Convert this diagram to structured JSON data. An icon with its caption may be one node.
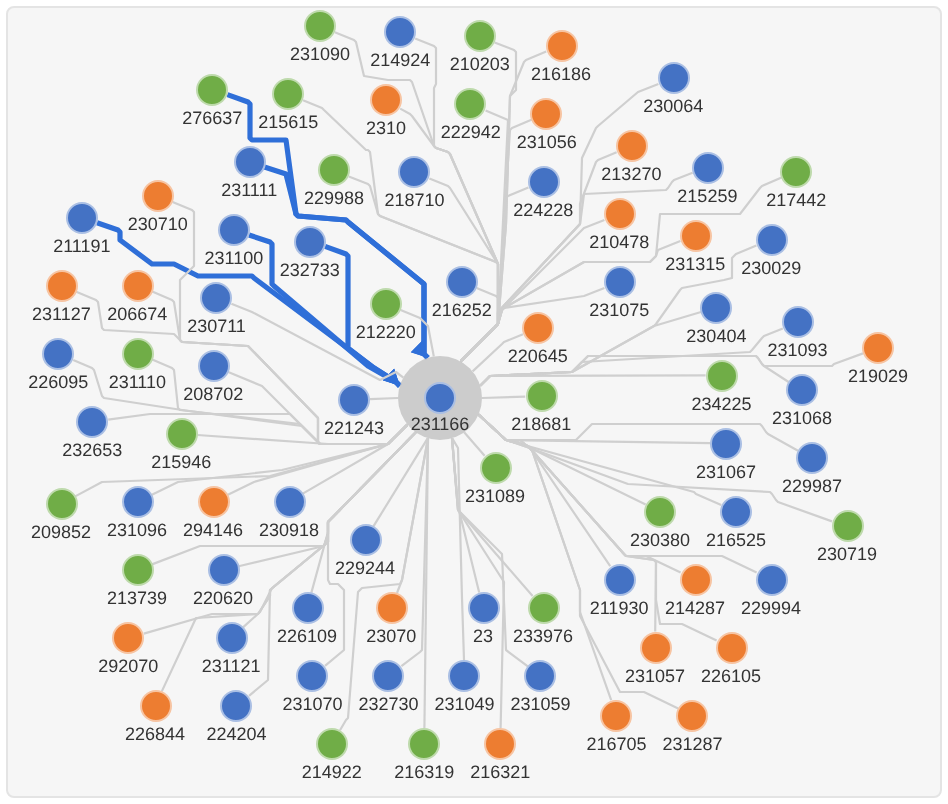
{
  "diagram": {
    "nodes": [
      {
        "text": [
          "231166"
        ]
      },
      {
        "text": [
          "231090"
        ]
      },
      {
        "text": [
          "214924"
        ]
      },
      {
        "text": [
          "210203"
        ]
      },
      {
        "text": [
          "216186"
        ]
      },
      {
        "text": [
          "2310"
        ]
      },
      {
        "text": [
          "218710"
        ]
      },
      {
        "text": [
          "222942"
        ]
      },
      {
        "text": [
          "231056"
        ]
      },
      {
        "text": [
          "224228"
        ]
      },
      {
        "text": [
          "230064"
        ]
      },
      {
        "text": [
          "213270"
        ]
      },
      {
        "text": [
          "215259"
        ]
      },
      {
        "text": [
          "210478"
        ]
      },
      {
        "text": [
          "231315"
        ]
      },
      {
        "text": [
          "217442"
        ]
      },
      {
        "text": [
          "231075"
        ]
      },
      {
        "text": [
          "230029"
        ]
      },
      {
        "text": [
          "231093"
        ]
      },
      {
        "text": [
          "230404"
        ]
      },
      {
        "text": [
          "219029"
        ]
      },
      {
        "text": [
          "216252"
        ]
      },
      {
        "text": [
          "220645"
        ]
      },
      {
        "text": [
          "212220"
        ]
      },
      {
        "text": [
          "221243"
        ]
      },
      {
        "text": [
          "218681"
        ]
      },
      {
        "text": [
          "231089"
        ]
      },
      {
        "text": [
          "234225"
        ]
      },
      {
        "text": [
          "231068"
        ]
      },
      {
        "text": [
          "231067"
        ]
      },
      {
        "text": [
          "229987"
        ]
      },
      {
        "text": [
          "216525"
        ]
      },
      {
        "text": [
          "230380"
        ]
      },
      {
        "text": [
          "230719"
        ]
      },
      {
        "text": [
          "214287"
        ]
      },
      {
        "text": [
          "229994"
        ]
      },
      {
        "text": [
          "226105"
        ]
      },
      {
        "text": [
          "231057"
        ]
      },
      {
        "text": [
          "231287"
        ]
      },
      {
        "text": [
          "211930"
        ]
      },
      {
        "text": [
          "233976"
        ]
      },
      {
        "text": [
          "23"
        ]
      },
      {
        "text": [
          "231059"
        ]
      },
      {
        "text": [
          "216705"
        ]
      },
      {
        "text": [
          "216321"
        ]
      },
      {
        "text": [
          "216319"
        ]
      },
      {
        "text": [
          "231049"
        ]
      },
      {
        "text": [
          "23070"
        ]
      },
      {
        "text": [
          "232730"
        ]
      },
      {
        "text": [
          "214922"
        ]
      },
      {
        "text": [
          "231070"
        ]
      },
      {
        "text": [
          "229244"
        ]
      },
      {
        "text": [
          "224204"
        ]
      },
      {
        "text": [
          "226109"
        ]
      },
      {
        "text": [
          "231121"
        ]
      },
      {
        "text": [
          "226844"
        ]
      },
      {
        "text": [
          "220620"
        ]
      },
      {
        "text": [
          "292070"
        ]
      },
      {
        "text": [
          "230918"
        ]
      },
      {
        "text": [
          "213739"
        ]
      },
      {
        "text": [
          "294146"
        ]
      },
      {
        "text": [
          "209852"
        ]
      },
      {
        "text": [
          "231096"
        ]
      },
      {
        "text": [
          "215946"
        ]
      },
      {
        "text": [
          "232653"
        ]
      },
      {
        "text": [
          "226095"
        ]
      },
      {
        "text": [
          "231110"
        ]
      },
      {
        "text": [
          "231127"
        ]
      },
      {
        "text": [
          "206674"
        ]
      },
      {
        "text": [
          "208702"
        ]
      },
      {
        "text": [
          "230711"
        ]
      },
      {
        "text": [
          "211191"
        ]
      },
      {
        "text": [
          "232733"
        ]
      },
      {
        "text": [
          "231100"
        ]
      },
      {
        "text": [
          "230710"
        ]
      },
      {
        "text": [
          "231111"
        ]
      },
      {
        "text": [
          "276637"
        ]
      },
      {
        "text": [
          "215615"
        ]
      },
      {
        "text": [
          "229988"
        ]
      }
    ],
    "edges": [
      {
        "from": 1,
        "to": 0,
        "arrow": "none"
      },
      {
        "from": 2,
        "to": 0,
        "arrow": "none"
      },
      {
        "from": 3,
        "to": 0,
        "arrow": "none"
      },
      {
        "from": 4,
        "to": 0,
        "arrow": "none"
      },
      {
        "from": 5,
        "to": 0,
        "arrow": "none"
      },
      {
        "from": 6,
        "to": 0,
        "arrow": "none"
      },
      {
        "from": 7,
        "to": 0,
        "arrow": "none"
      },
      {
        "from": 8,
        "to": 0,
        "arrow": "none"
      },
      {
        "from": 9,
        "to": 0,
        "arrow": "none"
      },
      {
        "from": 10,
        "to": 0,
        "arrow": "none"
      },
      {
        "from": 11,
        "to": 0,
        "arrow": "none"
      },
      {
        "from": 12,
        "to": 0,
        "arrow": "none"
      },
      {
        "from": 13,
        "to": 0,
        "arrow": "none"
      },
      {
        "from": 14,
        "to": 0,
        "arrow": "none"
      },
      {
        "from": 15,
        "to": 0,
        "arrow": "none"
      },
      {
        "from": 16,
        "to": 0,
        "arrow": "none"
      },
      {
        "from": 17,
        "to": 0,
        "arrow": "none"
      },
      {
        "from": 18,
        "to": 0,
        "arrow": "none"
      },
      {
        "from": 19,
        "to": 0,
        "arrow": "none"
      },
      {
        "from": 20,
        "to": 0,
        "arrow": "none"
      },
      {
        "from": 21,
        "to": 0,
        "arrow": "none"
      },
      {
        "from": 22,
        "to": 0,
        "arrow": "none"
      },
      {
        "from": 23,
        "to": 0,
        "arrow": "none"
      },
      {
        "from": 24,
        "to": 0,
        "arrow": "none"
      },
      {
        "from": 25,
        "to": 0,
        "arrow": "none"
      },
      {
        "from": 26,
        "to": 0,
        "arrow": "none"
      },
      {
        "from": 27,
        "to": 0,
        "arrow": "none"
      },
      {
        "from": 28,
        "to": 0,
        "arrow": "none"
      },
      {
        "from": 29,
        "to": 0,
        "arrow": "none"
      },
      {
        "from": 30,
        "to": 0,
        "arrow": "none"
      },
      {
        "from": 31,
        "to": 0,
        "arrow": "none"
      },
      {
        "from": 32,
        "to": 0,
        "arrow": "none"
      },
      {
        "from": 33,
        "to": 0,
        "arrow": "none"
      },
      {
        "from": 34,
        "to": 0,
        "arrow": "none"
      },
      {
        "from": 35,
        "to": 0,
        "arrow": "none"
      },
      {
        "from": 36,
        "to": 0,
        "arrow": "none"
      },
      {
        "from": 37,
        "to": 0,
        "arrow": "none"
      },
      {
        "from": 38,
        "to": 0,
        "arrow": "none"
      },
      {
        "from": 39,
        "to": 0,
        "arrow": "none"
      },
      {
        "from": 40,
        "to": 0,
        "arrow": "none"
      },
      {
        "from": 41,
        "to": 0,
        "arrow": "none"
      },
      {
        "from": 42,
        "to": 0,
        "arrow": "none"
      },
      {
        "from": 43,
        "to": 0,
        "arrow": "none"
      },
      {
        "from": 44,
        "to": 0,
        "arrow": "none"
      },
      {
        "from": 45,
        "to": 0,
        "arrow": "none"
      },
      {
        "from": 46,
        "to": 0,
        "arrow": "none"
      },
      {
        "from": 47,
        "to": 0,
        "arrow": "none"
      },
      {
        "from": 48,
        "to": 0,
        "arrow": "none"
      },
      {
        "from": 49,
        "to": 0,
        "arrow": "none"
      },
      {
        "from": 50,
        "to": 0,
        "arrow": "none"
      },
      {
        "from": 51,
        "to": 0,
        "arrow": "none"
      },
      {
        "from": 52,
        "to": 0,
        "arrow": "none"
      },
      {
        "from": 53,
        "to": 0,
        "arrow": "none"
      },
      {
        "from": 54,
        "to": 0,
        "arrow": "none"
      },
      {
        "from": 55,
        "to": 0,
        "arrow": "none"
      },
      {
        "from": 56,
        "to": 0,
        "arrow": "none"
      },
      {
        "from": 57,
        "to": 0,
        "arrow": "none"
      },
      {
        "from": 58,
        "to": 0,
        "arrow": "none"
      },
      {
        "from": 59,
        "to": 0,
        "arrow": "none"
      },
      {
        "from": 60,
        "to": 0,
        "arrow": "none"
      },
      {
        "from": 61,
        "to": 0,
        "arrow": "none"
      },
      {
        "from": 62,
        "to": 0,
        "arrow": "none"
      },
      {
        "from": 63,
        "to": 0,
        "arrow": "none"
      },
      {
        "from": 64,
        "to": 0,
        "arrow": "none"
      },
      {
        "from": 65,
        "to": 0,
        "arrow": "none"
      },
      {
        "from": 66,
        "to": 0,
        "arrow": "none"
      },
      {
        "from": 67,
        "to": 0,
        "arrow": "none"
      },
      {
        "from": 68,
        "to": 0,
        "arrow": "none"
      },
      {
        "from": 69,
        "to": 0,
        "arrow": "none"
      },
      {
        "from": 70,
        "to": 0,
        "arrow": "none"
      },
      {
        "from": 71,
        "to": 0,
        "arrow": "to",
        "style": "thick",
        "color": "#2f6fd8"
      },
      {
        "from": 72,
        "to": 0,
        "arrow": "to",
        "style": "thick",
        "color": "#2f6fd8"
      },
      {
        "from": 73,
        "to": 0,
        "arrow": "to",
        "style": "thick",
        "color": "#2f6fd8"
      },
      {
        "from": 74,
        "to": 0,
        "arrow": "none"
      },
      {
        "from": 75,
        "to": 0,
        "arrow": "to",
        "style": "thick",
        "color": "#2f6fd8"
      },
      {
        "from": 76,
        "to": 0,
        "arrow": "to",
        "style": "thick",
        "color": "#2f6fd8"
      },
      {
        "from": 77,
        "to": 0,
        "arrow": "none"
      },
      {
        "from": 78,
        "to": 0,
        "arrow": "none"
      }
    ]
  }
}
